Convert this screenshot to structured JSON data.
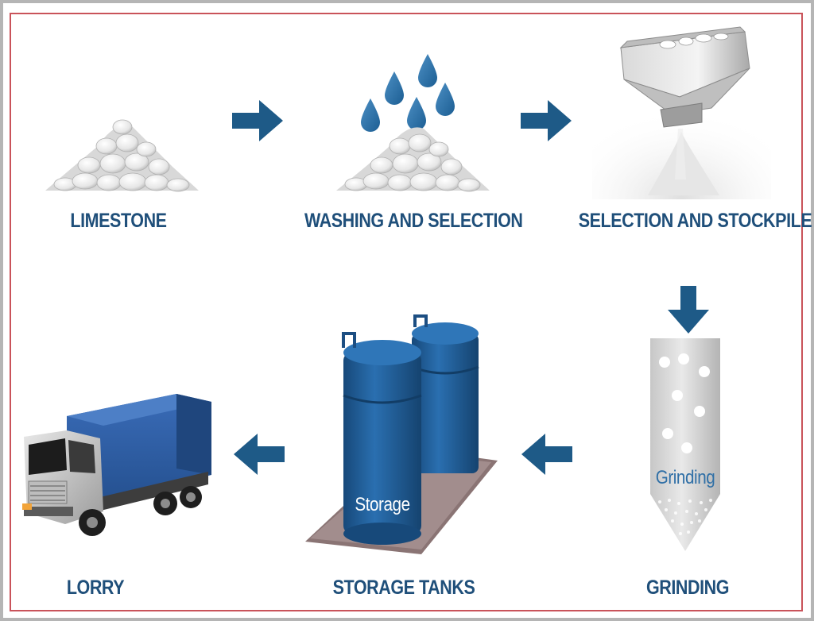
{
  "steps": {
    "limestone": "LIMESTONE",
    "washing": "WASHING AND SELECTION",
    "stockpile": "SELECTION AND STOCKPILE",
    "grinding": "GRINDING",
    "storage_tanks": "STORAGE TANKS",
    "lorry": "LORRY"
  },
  "tank_text": "Storage",
  "grinder_text": "Grinding",
  "colors": {
    "label": "#1f4f7a",
    "arrow": "#1e5a87",
    "tank": "#1f5c95",
    "truck_box": "#2c5ea8",
    "frame_border": "#c9535a"
  }
}
